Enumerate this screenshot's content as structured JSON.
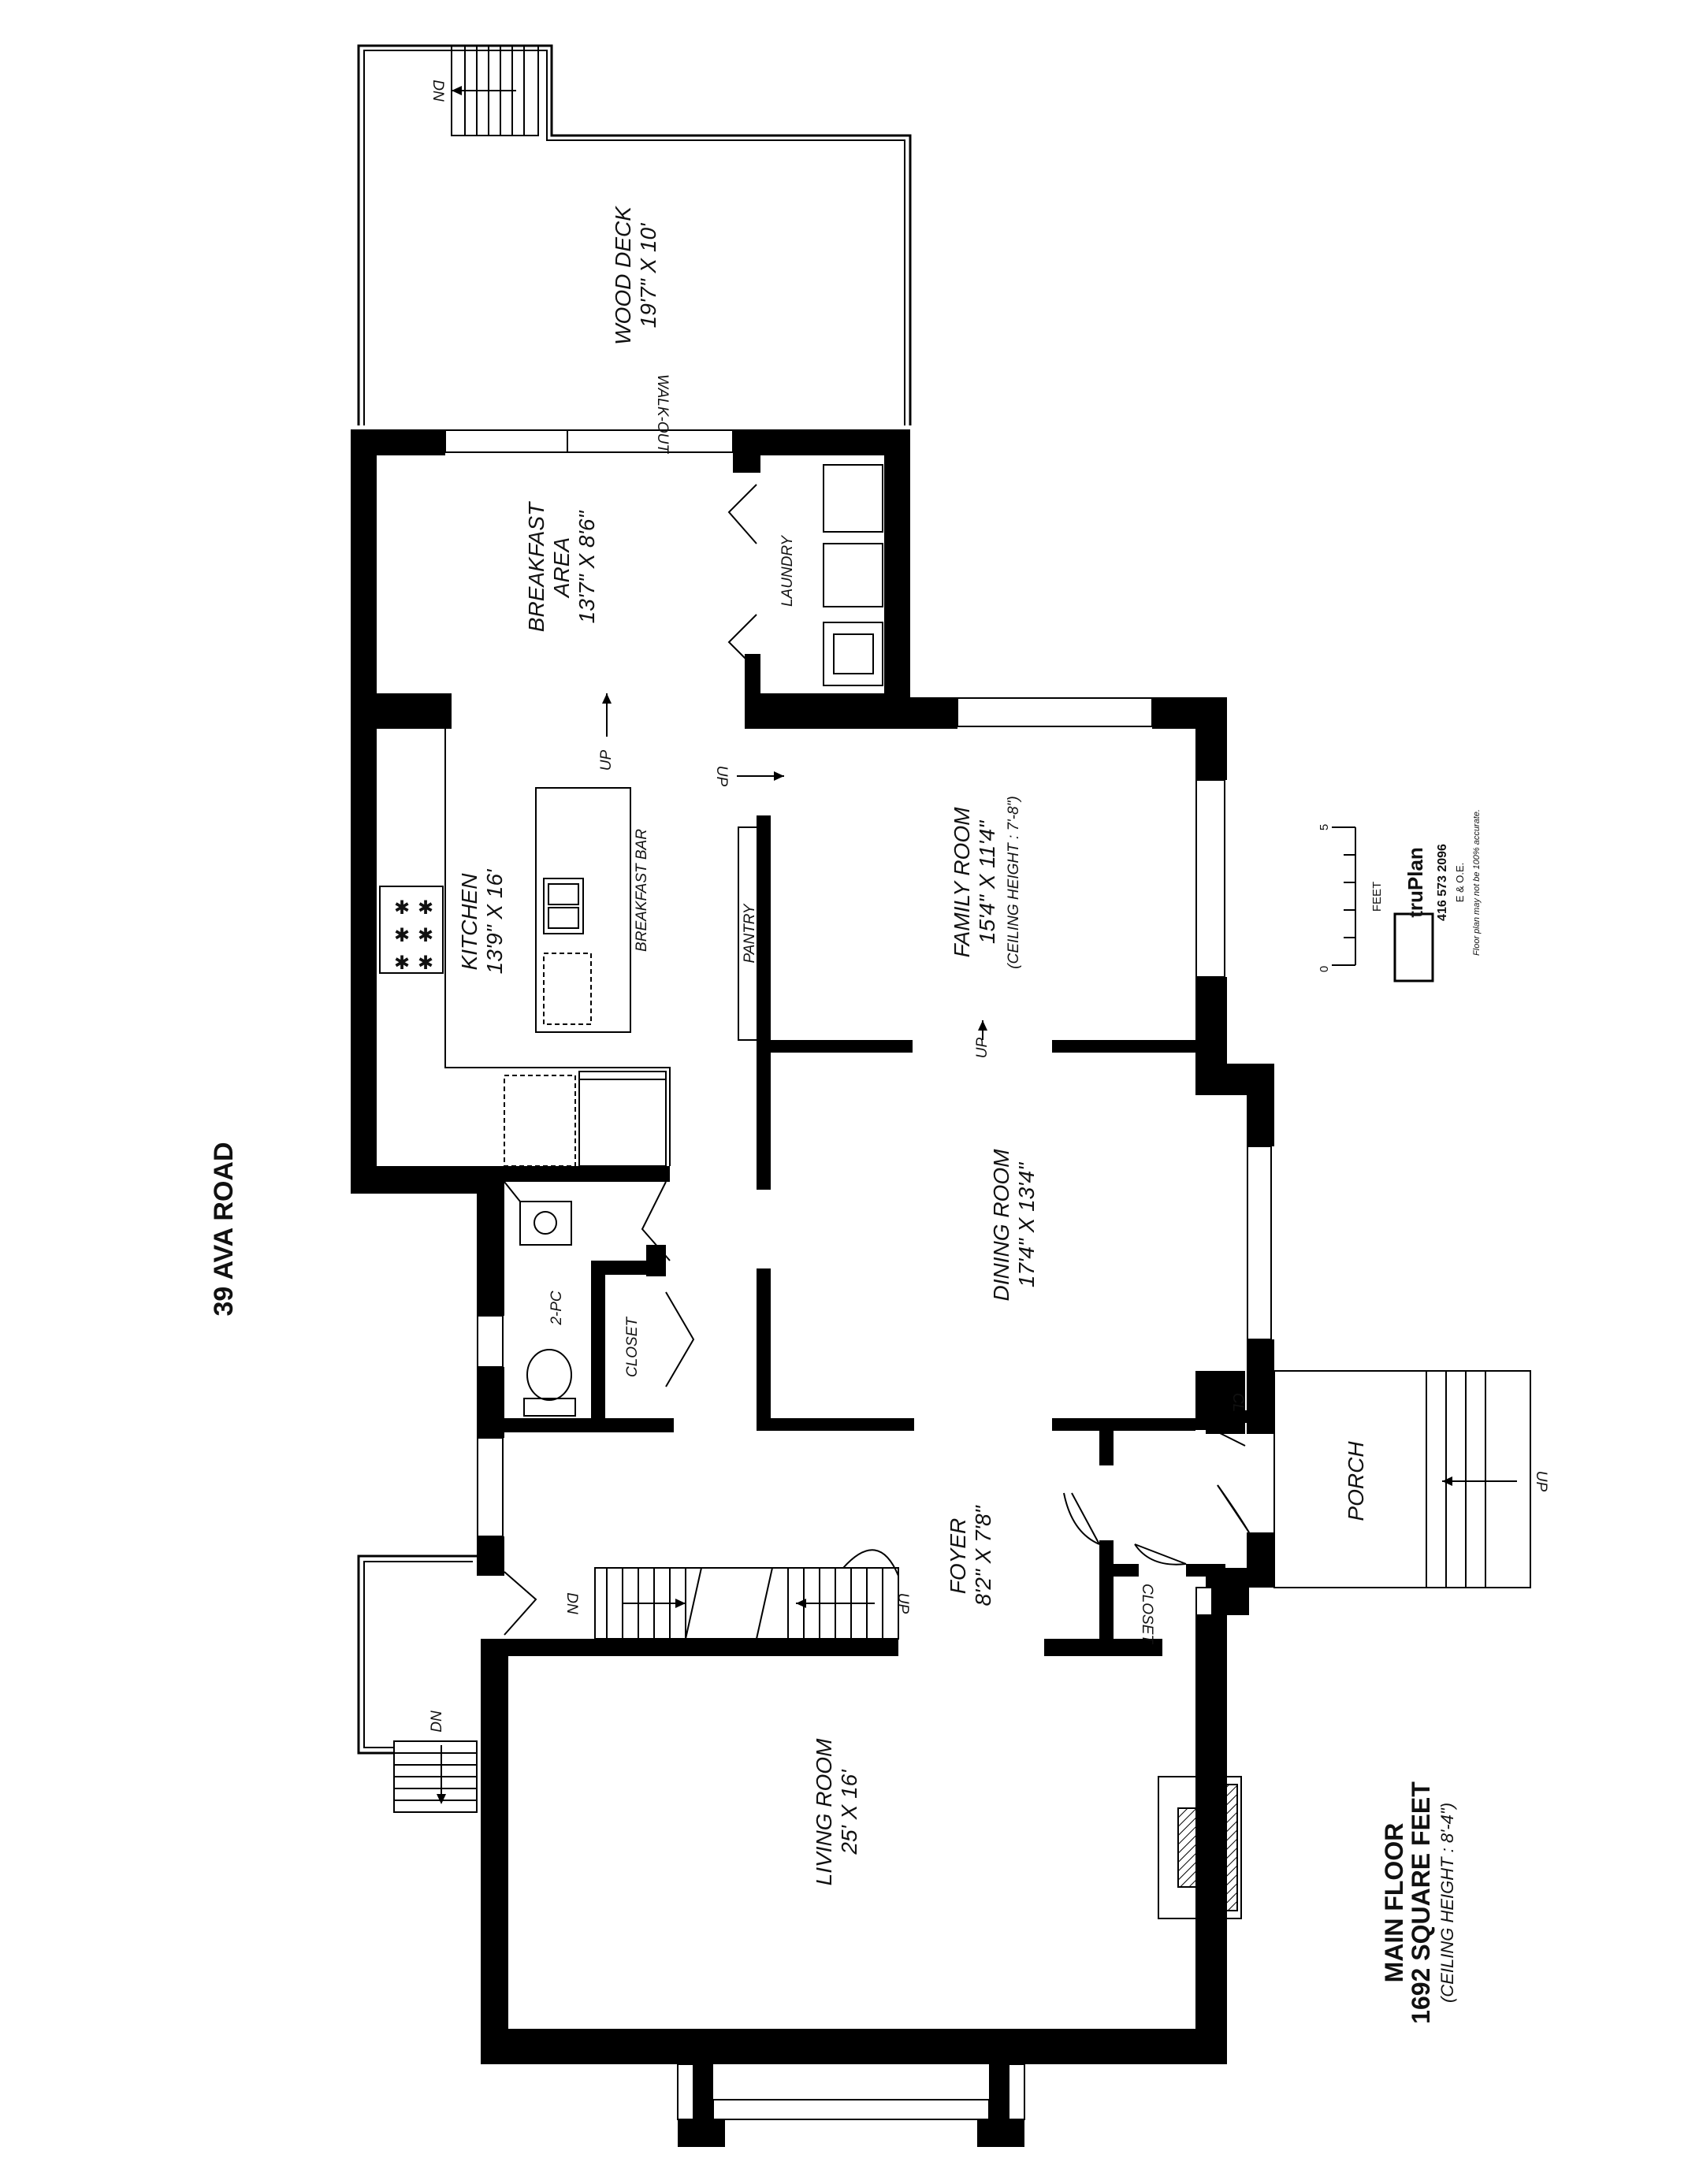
{
  "address": "39 AVA ROAD",
  "floor": {
    "name": "MAIN FLOOR",
    "area": "1692 SQUARE FEET",
    "ceiling": "(CEILING HEIGHT : 8'-4\")"
  },
  "rooms": {
    "wood_deck": {
      "name": "WOOD DECK",
      "dims": "19'7\" X 10'"
    },
    "breakfast": {
      "line1": "BREAKFAST",
      "line2": "AREA",
      "dims": "13'7\" X 8'6\""
    },
    "laundry": {
      "name": "LAUNDRY"
    },
    "kitchen": {
      "name": "KITCHEN",
      "dims": "13'9\" X 16'",
      "bar": "BREAKFAST BAR"
    },
    "pantry": {
      "name": "PANTRY"
    },
    "family": {
      "name": "FAMILY ROOM",
      "dims": "15'4\" X 11'4\"",
      "ceiling": "(CEILING HEIGHT : 7'-8\")"
    },
    "dining": {
      "name": "DINING ROOM",
      "dims": "17'4\" X 13'4\""
    },
    "powder": {
      "name": "2-PC"
    },
    "closet_hall": {
      "name": "CLOSET"
    },
    "foyer": {
      "name": "FOYER",
      "dims": "8'2\" X 7'8\""
    },
    "cl": {
      "name": "CL"
    },
    "closet_foyer": {
      "name": "CLOSET"
    },
    "porch": {
      "name": "PORCH"
    },
    "living": {
      "name": "LIVING ROOM",
      "dims": "25' X 16'"
    }
  },
  "labels": {
    "walk_out": "WALK-OUT",
    "up": "UP",
    "dn": "DN"
  },
  "scale": {
    "unit": "FEET",
    "min": "0",
    "max": "5"
  },
  "brand": {
    "logo": "truPlan",
    "phone": "416 573 2096",
    "eoe": "E & O.E.",
    "disclaimer": "Floor plan may not be 100% accurate."
  }
}
